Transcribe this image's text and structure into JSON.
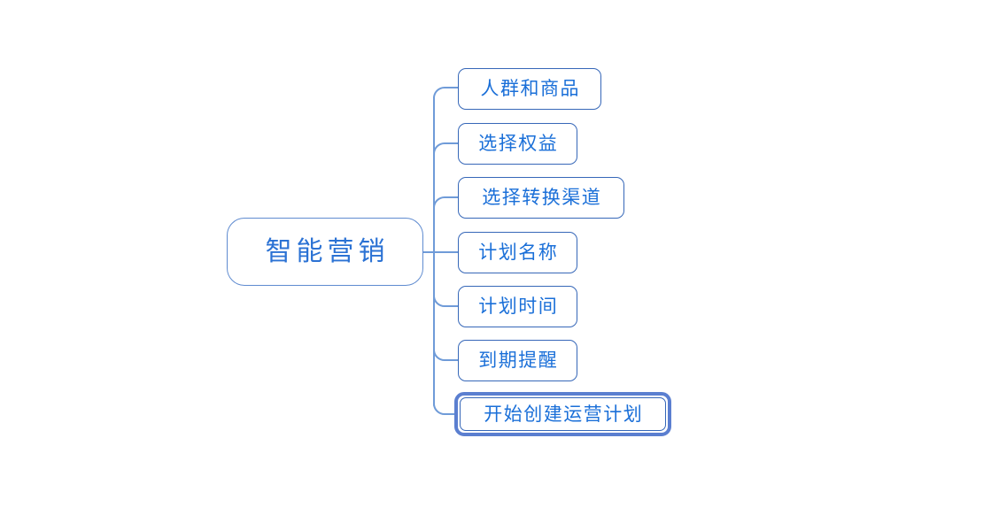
{
  "diagram": {
    "type": "mind-map",
    "orientation": "left-to-right",
    "background_color": "#ffffff",
    "colors": {
      "node_text": "#1a6fd8",
      "node_border": "#3667b8",
      "root_text": "#2b72d4",
      "root_border": "#5f8bd0",
      "connector": "#6f9bd8",
      "highlight_border": "#5b7fd0"
    },
    "root": {
      "label": "智能营销"
    },
    "children": [
      {
        "label": "人群和商品",
        "highlighted": false
      },
      {
        "label": "选择权益",
        "highlighted": false
      },
      {
        "label": "选择转换渠道",
        "highlighted": false
      },
      {
        "label": "计划名称",
        "highlighted": false
      },
      {
        "label": "计划时间",
        "highlighted": false
      },
      {
        "label": "到期提醒",
        "highlighted": false
      },
      {
        "label": "开始创建运营计划",
        "highlighted": true
      }
    ]
  }
}
